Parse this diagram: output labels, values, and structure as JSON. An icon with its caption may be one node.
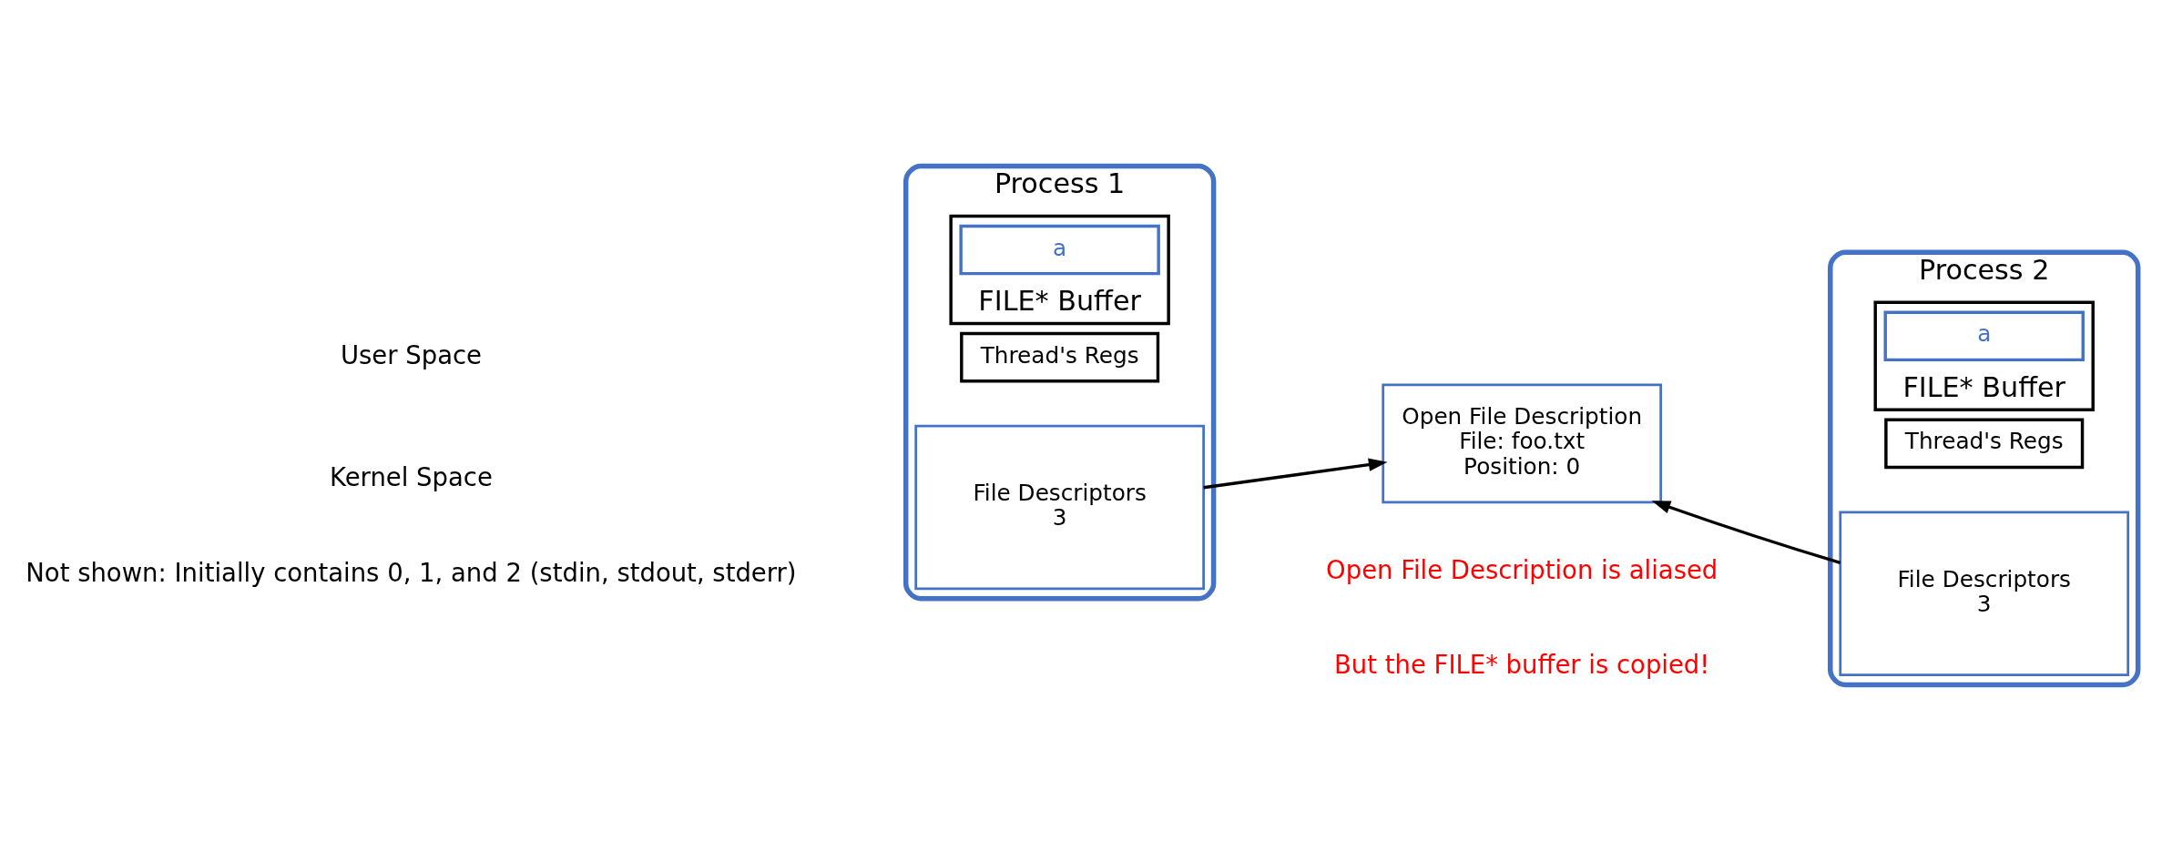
{
  "diagram": {
    "nodes": [
      {
        "text": [
          "Process 1"
        ]
      },
      {
        "text": [
          "Thread's Regs"
        ],
        "in": 0
      },
      {
        "text": [
          "FILE* Buffer"
        ],
        "in": 0
      },
      {
        "text": [
          "a"
        ],
        "in": 2
      },
      {
        "text": [
          "File Descriptors",
          "3"
        ],
        "in": 0
      },
      {
        "text": [
          "Process 2"
        ]
      },
      {
        "text": [
          "Thread's Regs"
        ],
        "in": 5
      },
      {
        "text": [
          "FILE* Buffer"
        ],
        "in": 5
      },
      {
        "text": [
          "a"
        ],
        "in": 7
      },
      {
        "text": [
          "File Descriptors",
          "3"
        ],
        "in": 5
      },
      {
        "text": [
          "Open File Description",
          "File: foo.txt",
          "Position: 0"
        ]
      }
    ],
    "edges": [
      {
        "from": 4,
        "to": 10,
        "arrow": "to"
      },
      {
        "from": 9,
        "to": 10,
        "arrow": "to"
      }
    ],
    "labels": [
      "Open File Description is aliased",
      "But the FILE* buffer is copied!",
      "User Space",
      "Kernel Space",
      "Not shown: Initially contains 0, 1, and 2 (stdin, stdout, stderr)"
    ]
  }
}
